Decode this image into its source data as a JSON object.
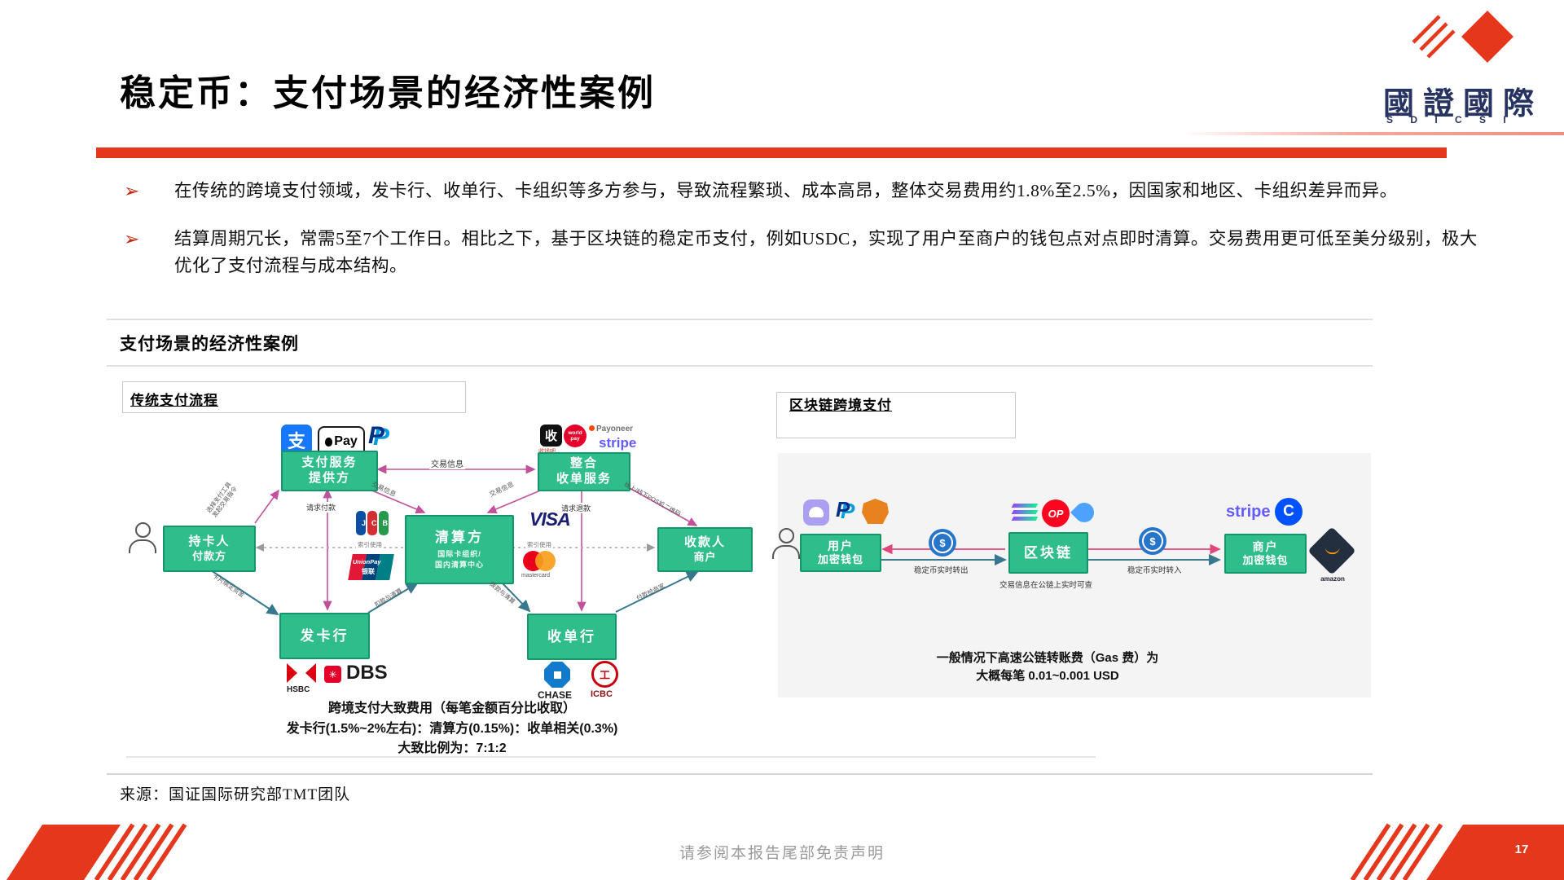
{
  "slide": {
    "title": "稳定币：支付场景的经济性案例",
    "section_heading": "支付场景的经济性案例",
    "bullet_marker": "➢",
    "bullets": [
      "在传统的跨境支付领域，发卡行、收单行、卡组织等多方参与，导致流程繁琐、成本高昂，整体交易费用约1.8%至2.5%，因国家和地区、卡组织差异而异。",
      "结算周期冗长，常需5至7个工作日。相比之下，基于区块链的稳定币支付，例如USDC，实现了用户至商户的钱包点对点即时清算。交易费用更可低至美分级别，极大优化了支付流程与成本结构。"
    ],
    "source": "来源：国证国际研究部TMT团队",
    "footer_disclaimer": "请参阅本报告尾部免责声明",
    "page_number": "17"
  },
  "logo": {
    "name": "國證國際",
    "sub": "S D I C S I"
  },
  "figure": {
    "left": {
      "title": "传统支付流程",
      "nodes": {
        "psp": {
          "l1": "支付服务",
          "l2": "提供方"
        },
        "acq_agg": {
          "l1": "整合",
          "l2": "收单服务"
        },
        "cardholder": {
          "l1": "持卡人",
          "l2": "付款方"
        },
        "clearing": {
          "l1": "清算方",
          "sub1": "国际卡组织/",
          "sub2": "国内清算中心"
        },
        "payee": {
          "l1": "收款人",
          "l2": "商户"
        },
        "issuer": {
          "l1": "发卡行"
        },
        "acquirer": {
          "l1": "收单行"
        }
      },
      "edges": {
        "txn_info": "交易信息",
        "choose1": "选择支付工具",
        "choose2": "发起交易指令",
        "request_pay": "请求付款",
        "request_refund": "请求退款",
        "index_use": "索引使用",
        "card_funds": "卡片绑定资金",
        "debit_clearing": "扣款与清算",
        "remit_clearing": "拨款与清算",
        "pay_merchant": "付款给商家",
        "pos_qr": "线上/线下POS机二维码"
      },
      "fee": {
        "l1": "跨境支付大致费用（每笔金额百分比收取）",
        "l2": "发卡行(1.5%~2%左右)：清算方(0.15%)：收单相关(0.3%)",
        "l3": "大致比例为：7:1:2"
      },
      "brands": {
        "alipay": "支",
        "applepay": "Pay",
        "paypal": "P",
        "shouqianba": "收",
        "shouqianba_label": "收钱吧",
        "worldpay_1": "world",
        "worldpay_2": "pay",
        "payoneer": "Payoneer",
        "stripe": "stripe",
        "jcb": "JCB",
        "unionpay": "UnionPay",
        "unionpay_cn": "银联",
        "visa": "VISA",
        "mastercard": "mastercard",
        "hsbc": "HSBC",
        "dbs": "DBS",
        "dbs_mark": "✳",
        "chase": "CHASE",
        "icbc": "ICBC",
        "icbc_mark": "工"
      }
    },
    "right": {
      "title": "区块链跨境支付",
      "nodes": {
        "user": {
          "l1": "用户",
          "l2": "加密钱包"
        },
        "chain": {
          "l1": "区块链"
        },
        "merchant": {
          "l1": "商户",
          "l2": "加密钱包"
        }
      },
      "labels": {
        "transfer_out": "稳定币实时转出",
        "onchain": "交易信息在公链上实时可查",
        "transfer_in": "稳定币实时转入"
      },
      "gas": {
        "l1": "一般情况下高速公链转账费（Gas 费）为",
        "l2": "大概每笔 0.01~0.001 USD"
      },
      "brands": {
        "paypal": "P",
        "optimism": "OP",
        "stripe": "stripe",
        "coinbase": "C",
        "amazon": "amazon",
        "usdc": "$"
      }
    }
  },
  "colors": {
    "accent_red": "#E5371C",
    "node_green": "#2EBD8B",
    "arrow_magenta": "#C2519C",
    "arrow_teal": "#38788F",
    "arrow_pink": "#E0457B",
    "logo_navy": "#273461"
  }
}
